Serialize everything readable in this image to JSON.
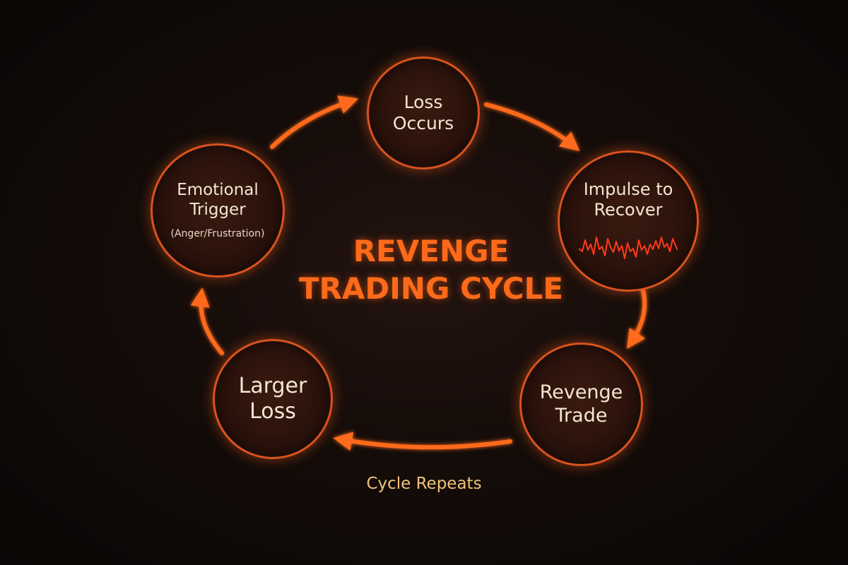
{
  "title": {
    "line1": "REVENGE",
    "line2": "TRADING CYCLE"
  },
  "nodes": {
    "loss": {
      "line1": "Loss",
      "line2": "Occurs"
    },
    "impulse": {
      "line1": "Impulse to",
      "line2": "Recover"
    },
    "revenge": {
      "line1": "Revenge",
      "line2": "Trade"
    },
    "larger": {
      "line1": "Larger",
      "line2": "Loss"
    },
    "emotional": {
      "line1": "Emotional",
      "line2": "Trigger",
      "sub": "(Anger/Frustration)"
    }
  },
  "footer": {
    "label": "Cycle Repeats"
  },
  "colors": {
    "accent": "#ff6a1a",
    "ring": "#d9531f",
    "node_text": "#f3e6d2",
    "footer_text": "#f1c37a",
    "background": "#140c09"
  },
  "icons": {
    "arrow": "curved-arrow-icon",
    "volatility_line": "price-volatility-icon"
  }
}
